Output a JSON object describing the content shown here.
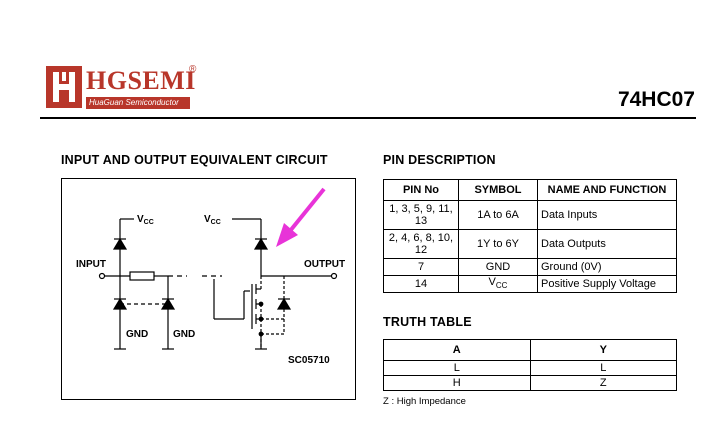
{
  "header": {
    "brand": "HGSEMI",
    "brand_sub": "HuaGuan Semiconductor",
    "registered": "®",
    "part_number": "74HC07",
    "brand_color": "#b8362a"
  },
  "circuit": {
    "title": "INPUT AND OUTPUT EQUIVALENT CIRCUIT",
    "labels": {
      "vcc_left": "V",
      "vcc_left_sub": "CC",
      "vcc_right": "V",
      "vcc_right_sub": "CC",
      "input": "INPUT",
      "output": "OUTPUT",
      "gnd1": "GND",
      "gnd2": "GND",
      "code": "SC05710"
    },
    "arrow_color": "#e833d8"
  },
  "pin_description": {
    "title": "PIN DESCRIPTION",
    "headers": [
      "PIN No",
      "SYMBOL",
      "NAME AND FUNCTION"
    ],
    "rows": [
      {
        "pin_line1": "1, 3, 5, 9, 11,",
        "pin_line2": "13",
        "symbol": "1A to 6A",
        "symbol_sub": "",
        "name": "Data Inputs"
      },
      {
        "pin_line1": "2, 4, 6, 8, 10,",
        "pin_line2": "12",
        "symbol": "1Y to 6Y",
        "symbol_sub": "",
        "name": "Data Outputs"
      },
      {
        "pin_line1": "7",
        "pin_line2": "",
        "symbol": "GND",
        "symbol_sub": "",
        "name": "Ground (0V)"
      },
      {
        "pin_line1": "14",
        "pin_line2": "",
        "symbol": "V",
        "symbol_sub": "CC",
        "name": "Positive Supply Voltage"
      }
    ]
  },
  "truth_table": {
    "title": "TRUTH TABLE",
    "headers": [
      "A",
      "Y"
    ],
    "rows": [
      [
        "L",
        "L"
      ],
      [
        "H",
        "Z"
      ]
    ],
    "note": "Z : High Impedance"
  }
}
